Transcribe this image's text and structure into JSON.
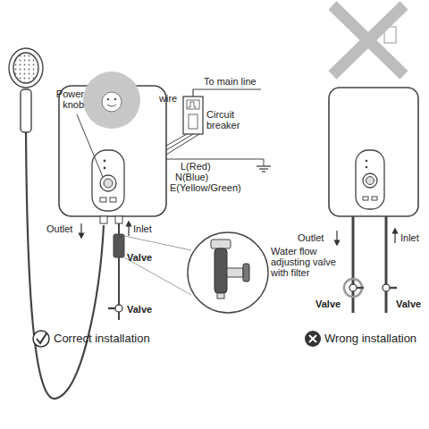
{
  "diagram": {
    "labels": [
      "To main line",
      "wire",
      "Circuit breaker",
      "Power knob",
      "L(Red)",
      "N(Blue)",
      "E(Yellow/Green)",
      "Outlet",
      "Inlet",
      "Valve",
      "Valve",
      "Water flow adjusting valve with filter",
      "Correct installation",
      "Outlet",
      "Inlet",
      "Valve",
      "Valve",
      "Wrong installation"
    ]
  }
}
